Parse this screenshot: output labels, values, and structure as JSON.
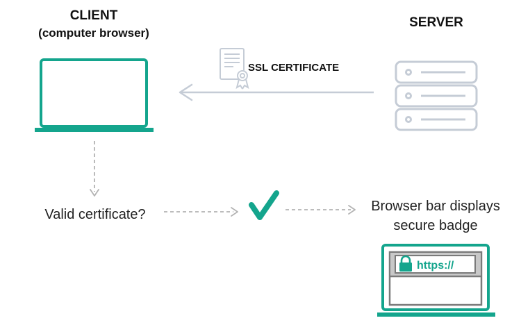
{
  "client": {
    "title": "CLIENT",
    "subtitle": "(computer browser)"
  },
  "server": {
    "title": "SERVER"
  },
  "certificate": {
    "label": "SSL CERTIFICATE",
    "icon": "certificate-icon"
  },
  "flow": {
    "question": "Valid certificate?",
    "result_line1": "Browser bar displays",
    "result_line2": "secure badge"
  },
  "browser": {
    "url_text": "https://",
    "icon": "lock-icon"
  },
  "colors": {
    "accent": "#14a58d",
    "server_gray": "#c5ccd6",
    "arrow_gray": "#b3b3b3",
    "screen_gray": "#c8c8c8",
    "browser_frame": "#7a7a7a"
  }
}
